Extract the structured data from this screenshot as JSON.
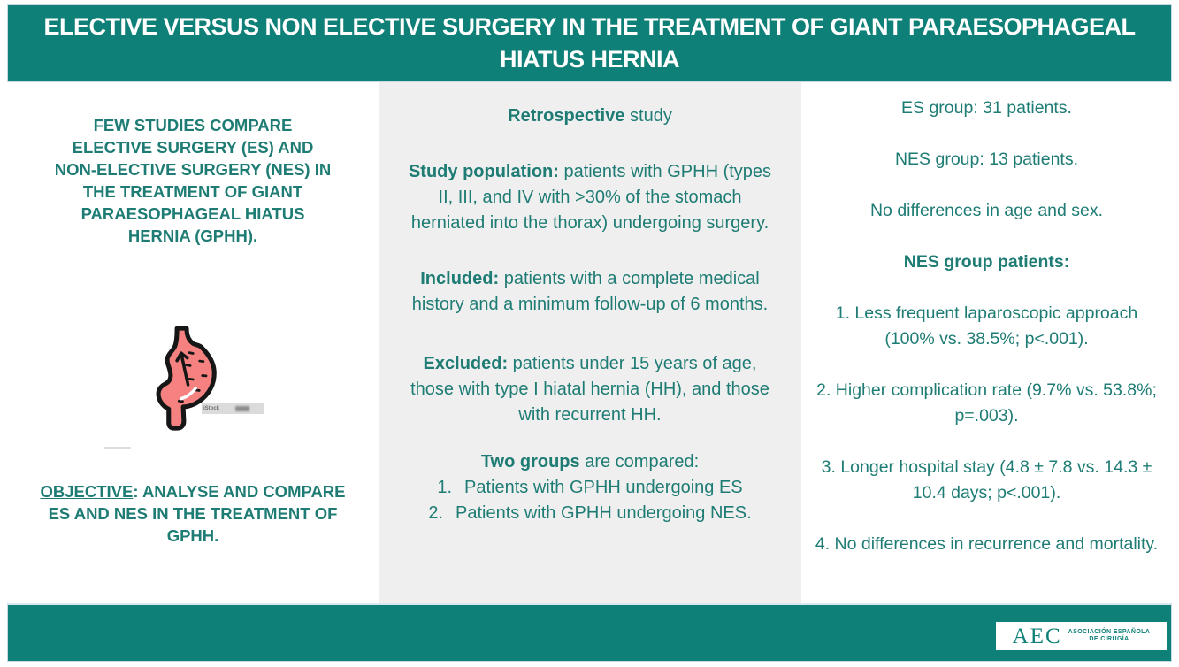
{
  "colors": {
    "teal": "#0F8077",
    "text": "#1E7C74",
    "panel": "#EFEFEF",
    "pink": "#F58181"
  },
  "title": {
    "line1": "ELECTIVE VERSUS NON ELECTIVE SURGERY IN THE TREATMENT OF GIANT PARAESOPHAGEAL",
    "line2": "HIATUS HERNIA"
  },
  "left": {
    "intro": "FEW STUDIES COMPARE ELECTIVE SURGERY (ES) AND NON-ELECTIVE SURGERY (NES) IN THE TREATMENT OF GIANT PARAESOPHAGEAL HIATUS HERNIA (GPHH).",
    "watermark": "iStock",
    "objective_label": "OBJECTIVE",
    "objective_rest": ": ANALYSE AND COMPARE ES AND NES IN THE TREATMENT OF GPHH."
  },
  "middle": {
    "study_type_bold": "Retrospective",
    "study_type_rest": " study",
    "population_label": "Study population:",
    "population_text": " patients with GPHH (types II, III, and IV with >30% of the stomach herniated into the thorax) undergoing surgery.",
    "included_label": "Included:",
    "included_text": " patients with a complete medical history and a minimum follow-up of 6 months.",
    "excluded_label": "Excluded:",
    "excluded_text": " patients under 15 years of age, those with type I hiatal hernia (HH), and those with recurrent HH.",
    "groups_label": "Two groups",
    "groups_rest": " are compared:",
    "group_items": [
      {
        "num": "1.",
        "text": "Patients with GPHH undergoing ES"
      },
      {
        "num": "2.",
        "text": "Patients with GPHH undergoing NES."
      }
    ]
  },
  "right": {
    "lines": [
      "ES group: 31 patients.",
      "NES group: 13 patients.",
      "No differences in age and sex."
    ],
    "nes_header": "NES group patients:",
    "findings": [
      "1. Less frequent laparoscopic approach (100% vs. 38.5%; p<.001).",
      "2. Higher complication rate (9.7% vs. 53.8%; p=.003).",
      "3. Longer hospital stay (4.8 ± 7.8 vs. 14.3 ± 10.4 days; p<.001).",
      "4. No differences in recurrence and mortality."
    ]
  },
  "footer": {
    "logo_acronym": "AEC",
    "logo_name_line1": "ASOCIACIÓN ESPAÑOLA",
    "logo_name_line2": "DE CIRUGÍA"
  }
}
